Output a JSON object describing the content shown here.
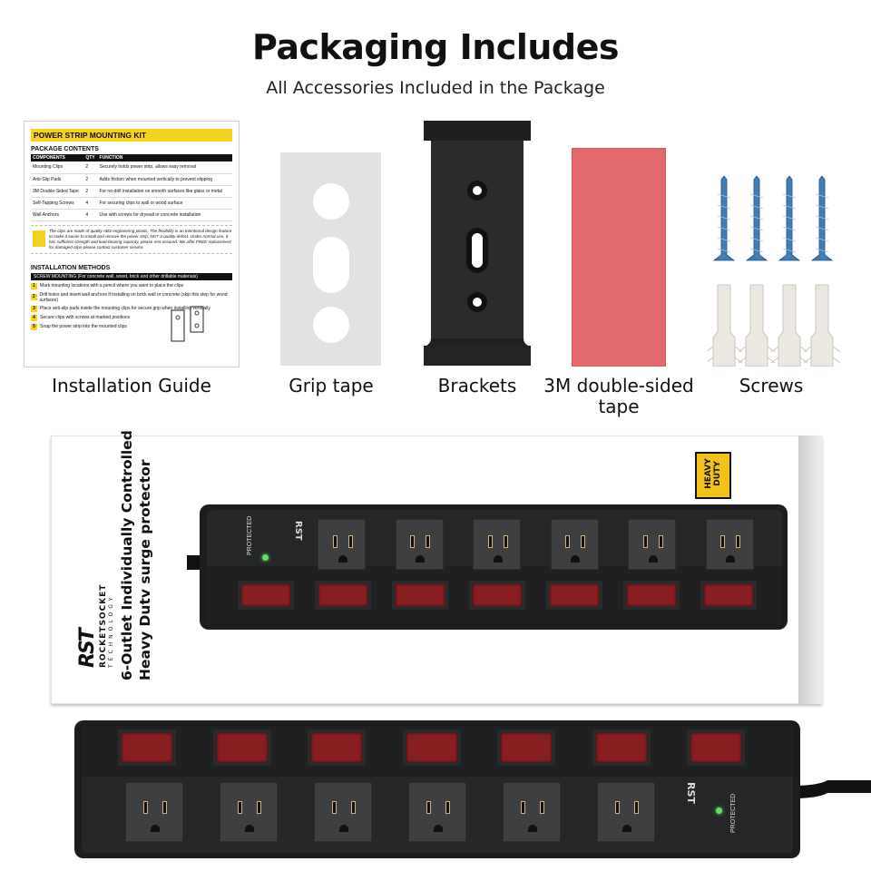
{
  "header": {
    "title": "Packaging Includes",
    "subtitle": "All Accessories Included in the Package"
  },
  "items": [
    {
      "label": "Installation Guide"
    },
    {
      "label": "Grip tape"
    },
    {
      "label": "Brackets"
    },
    {
      "label": "3M double-sided tape"
    },
    {
      "label": "Screws"
    }
  ],
  "guide": {
    "heading": "POWER STRIP MOUNTING KIT",
    "contents_title": "PACKAGE CONTENTS",
    "columns": [
      "COMPONENTS",
      "QTY",
      "FUNCTION"
    ],
    "rows": [
      {
        "component": "Mounting Clips",
        "qty": "2",
        "function": "Securely holds power strip, allows easy removal"
      },
      {
        "component": "Anti-Slip Pads",
        "qty": "2",
        "function": "Adds friction when mounted vertically to prevent slipping"
      },
      {
        "component": "3M Double-Sided Tape",
        "qty": "2",
        "function": "For no-drill installation on smooth surfaces like glass or metal"
      },
      {
        "component": "Self-Tapping Screws",
        "qty": "4",
        "function": "For securing clips to wall or wood surface"
      },
      {
        "component": "Wall Anchors",
        "qty": "4",
        "function": "Use with screws for drywall or concrete installation"
      }
    ],
    "note": "The clips are made of quality ABS engineering plastic. The flexibility is an intentional design feature to make it easier to install and remove the power strip, NOT a quality defect. Under normal use, it has sufficient strength and load-bearing capacity, please rest assured. We offer FREE replacement for damaged clips-please contact customer service.",
    "methods_title": "INSTALLATION METHODS",
    "method_bar": "SCREW MOUNTING (For concrete wall, wood, brick and other drillable materials)",
    "steps": [
      "Mark mounting locations with a pencil where you want to place the clips",
      "Drill holes and insert wall anchors if installing on brick wall or concrete (skip this step for wood surfaces)",
      "Place anti-slip pads inside the mounting clips for secure grip when installing vertically",
      "Secure clips with screws at marked positions",
      "Snap the power strip into the mounted clips"
    ]
  },
  "box": {
    "product_line1": "6-Outlet Individually Controlled",
    "product_line2": "Heavy Dutv surge protector",
    "brand": "ROCKETSOCKET",
    "brand_sub": "TECHNOLOGY",
    "badge": "HEAVY DUTY"
  },
  "strip": {
    "protected_label": "PROTECTED",
    "outlet_count": 6,
    "switch_count": 7
  },
  "colors": {
    "strip_body": "#1d1e20",
    "rocker": "#8a1f22",
    "tape": "#e36a6b",
    "grip": "#e2e1df",
    "badge": "#f2c21c",
    "guide_accent": "#f6d21f",
    "led": "#5de05d"
  }
}
